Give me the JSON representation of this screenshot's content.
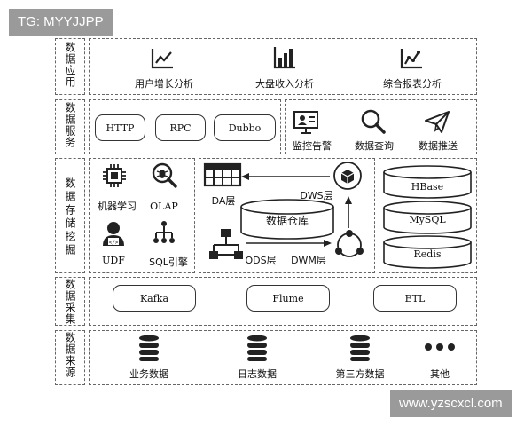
{
  "watermark_top": "TG: MYYJJPP",
  "watermark_bottom": "www.yzscxcl.com",
  "layers": [
    {
      "label": "数据应用"
    },
    {
      "label": "数据服务"
    },
    {
      "label": "数据存储挖掘"
    },
    {
      "label": "数据采集"
    },
    {
      "label": "数据来源"
    }
  ],
  "application": {
    "items": [
      {
        "label": "用户增长分析",
        "icon": "line-chart-icon"
      },
      {
        "label": "大盘收入分析",
        "icon": "bar-chart-icon"
      },
      {
        "label": "综合报表分析",
        "icon": "trend-chart-icon"
      }
    ]
  },
  "service": {
    "protocols": [
      "HTTP",
      "RPC",
      "Dubbo"
    ],
    "functions": [
      {
        "label": "监控告警",
        "icon": "monitor-alert-icon"
      },
      {
        "label": "数据查询",
        "icon": "magnifier-icon"
      },
      {
        "label": "数据推送",
        "icon": "paper-plane-icon"
      }
    ]
  },
  "storage": {
    "tools": [
      {
        "label": "机器学习",
        "icon": "chip-icon"
      },
      {
        "label": "OLAP",
        "icon": "bug-magnifier-icon"
      },
      {
        "label": "UDF",
        "icon": "developer-icon"
      },
      {
        "label": "SQL引擎",
        "icon": "sql-tree-icon"
      }
    ],
    "warehouse": {
      "center": "数据仓库",
      "da": "DA层",
      "dws": "DWS层",
      "ods": "ODS层",
      "dwm": "DWM层"
    },
    "databases": [
      "HBase",
      "MySQL",
      "Redis"
    ]
  },
  "collection": {
    "items": [
      "Kafka",
      "Flume",
      "ETL"
    ]
  },
  "source": {
    "items": [
      {
        "label": "业务数据",
        "icon": "database-icon"
      },
      {
        "label": "日志数据",
        "icon": "database-icon"
      },
      {
        "label": "第三方数据",
        "icon": "database-icon"
      },
      {
        "label": "其他",
        "icon": "more-dots-icon"
      }
    ]
  },
  "colors": {
    "line": "#333333",
    "dash": "#666666",
    "badge": "#9a9a9a"
  }
}
